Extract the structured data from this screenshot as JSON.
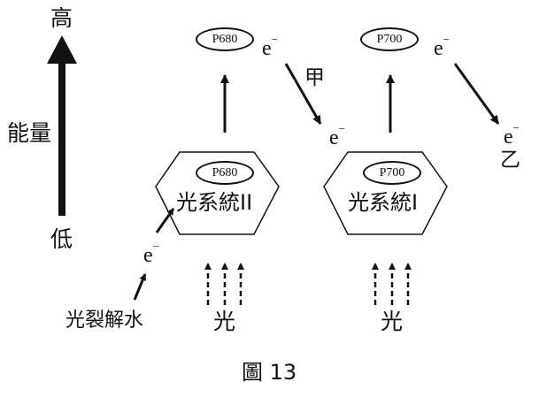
{
  "energy_axis": {
    "high": "高",
    "label": "能量",
    "low": "低"
  },
  "pigments": {
    "ps2_top": "P680",
    "ps1_top": "P700",
    "ps2_core": "P680",
    "ps1_core": "P700"
  },
  "photosystems": {
    "ps2": "光系統II",
    "ps1": "光系統I"
  },
  "electron": {
    "symbol": "e",
    "charge": "−"
  },
  "markers": {
    "jia": "甲",
    "yi": "乙"
  },
  "light": {
    "ps2": "光",
    "ps1": "光"
  },
  "water_photolysis": "光裂解水",
  "caption": "圖 13"
}
